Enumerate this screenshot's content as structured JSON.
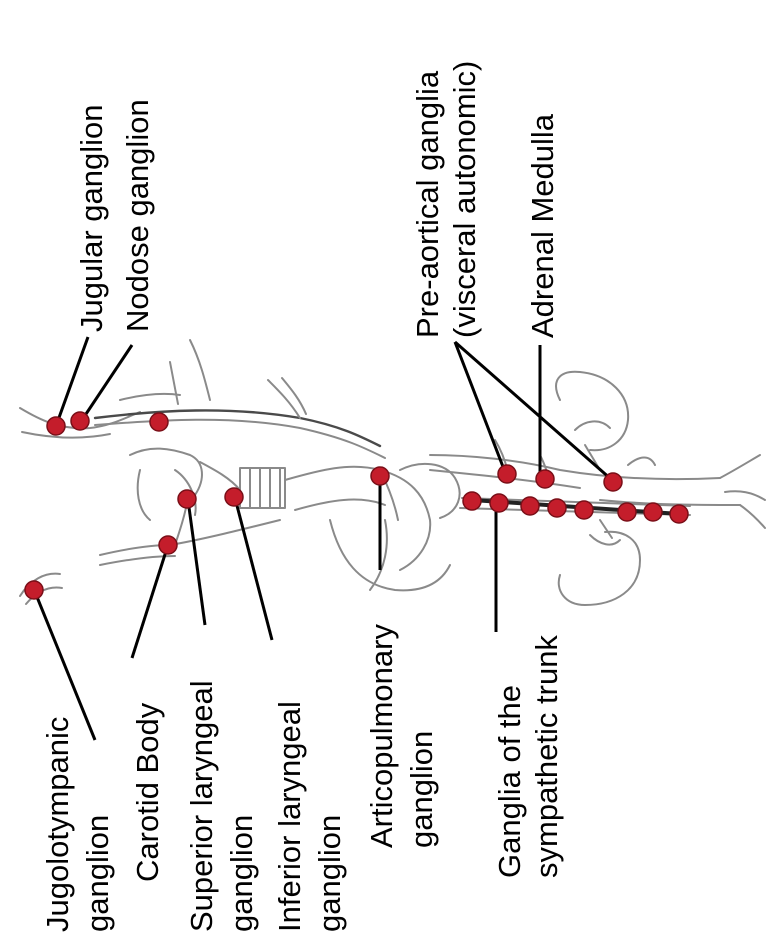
{
  "labels": {
    "jugular_ganglion": "Jugular ganglion",
    "nodose_ganglion": "Nodose ganglion",
    "pre_aortical_line1": "Pre-aortical ganglia",
    "pre_aortical_line2": "(visceral autonomic)",
    "adrenal_medulla": "Adrenal Medulla",
    "jugolotympanic_line1": "Jugolotympanic",
    "jugolotympanic_line2": "ganglion",
    "carotid_body": "Carotid Body",
    "superior_laryngeal_line1": "Superior laryngeal",
    "superior_laryngeal_line2": "ganglion",
    "inferior_laryngeal_line1": "Inferior laryngeal",
    "inferior_laryngeal_line2": "ganglion",
    "articopulmonary_line1": "Articopulmonary",
    "articopulmonary_line2": "ganglion",
    "sympathetic_line1": "Ganglia of the",
    "sympathetic_line2": "sympathetic trunk"
  },
  "colors": {
    "ganglion_dot": "#c41d2b",
    "sketch_line": "#8a8a8a",
    "label_text": "#000000"
  }
}
